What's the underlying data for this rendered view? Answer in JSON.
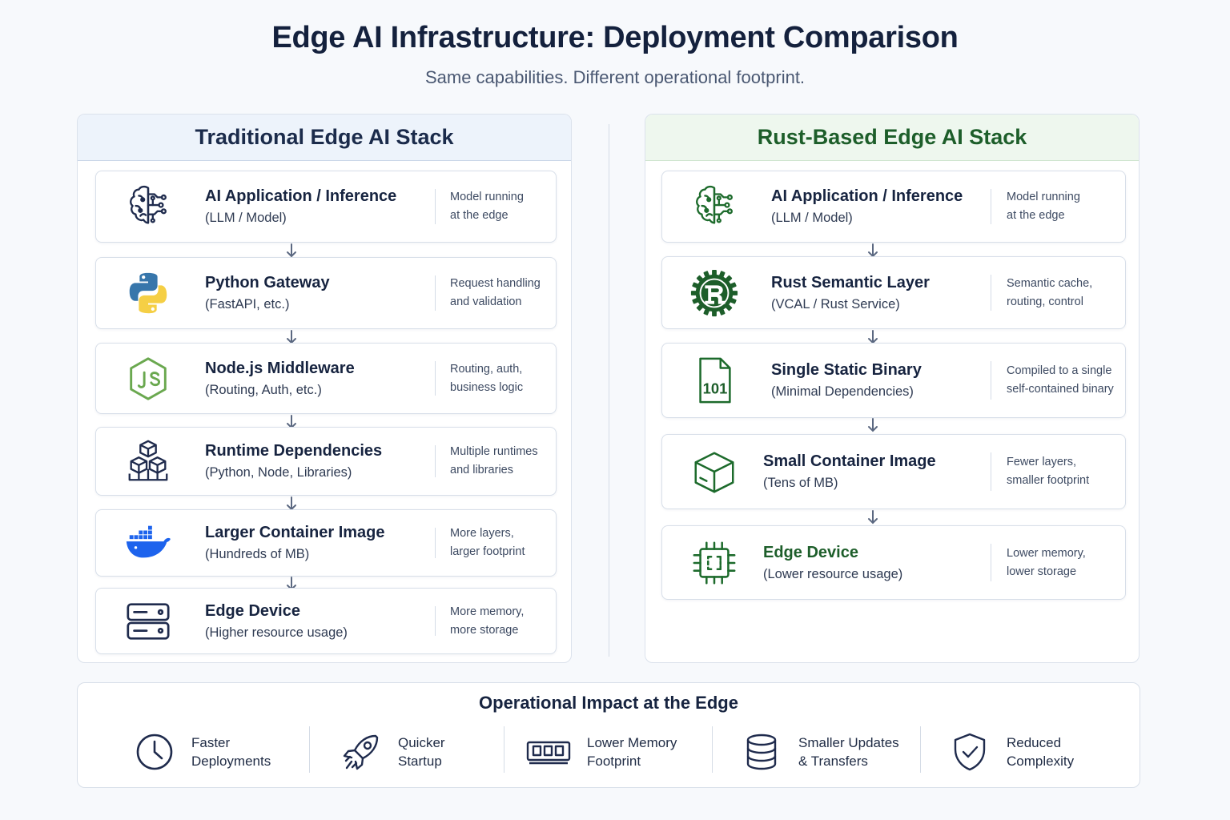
{
  "header": {
    "title": "Edge AI Infrastructure: Deployment Comparison",
    "subtitle": "Same capabilities. Different operational footprint."
  },
  "colors": {
    "navy": "#1f2b4d",
    "green": "#1d6b2c",
    "python_blue": "#3776ab",
    "python_yellow": "#f5cf45",
    "node_green": "#6aa84f",
    "docker_blue": "#1d63ed"
  },
  "traditional": {
    "title": "Traditional Edge AI Stack",
    "layers": [
      {
        "icon": "brain-icon",
        "name": "AI Application / Inference",
        "sub": "(LLM / Model)",
        "note": [
          "Model running",
          "at the edge"
        ]
      },
      {
        "icon": "python-logo-icon",
        "name": "Python Gateway",
        "sub": "(FastAPI, etc.)",
        "note": [
          "Request handling",
          "and validation"
        ]
      },
      {
        "icon": "nodejs-logo-icon",
        "name": "Node.js Middleware",
        "sub": "(Routing, Auth, etc.)",
        "note": [
          "Routing, auth,",
          "business logic"
        ]
      },
      {
        "icon": "cubes-icon",
        "name": "Runtime Dependencies",
        "sub": "(Python, Node, Libraries)",
        "note": [
          "Multiple runtimes",
          "and libraries"
        ]
      },
      {
        "icon": "docker-whale-icon",
        "name": "Larger Container Image",
        "sub": "(Hundreds of MB)",
        "note": [
          "More layers,",
          "larger footprint"
        ]
      },
      {
        "icon": "server-icon",
        "name": "Edge Device",
        "sub": "(Higher resource usage)",
        "note": [
          "More memory,",
          "more storage"
        ]
      }
    ]
  },
  "rust": {
    "title": "Rust-Based Edge AI Stack",
    "layers": [
      {
        "icon": "brain-icon",
        "name": "AI Application / Inference",
        "sub": "(LLM / Model)",
        "note": [
          "Model running",
          "at the edge"
        ]
      },
      {
        "icon": "rust-logo-icon",
        "name": "Rust Semantic Layer",
        "sub": "(VCAL / Rust Service)",
        "note": [
          "Semantic cache,",
          "routing, control"
        ]
      },
      {
        "icon": "binary-file-icon",
        "icon_text": "101",
        "name": "Single Static Binary",
        "sub": "(Minimal Dependencies)",
        "note": [
          "Compiled to a single",
          "self-contained binary"
        ]
      },
      {
        "icon": "box-icon",
        "name": "Small Container Image",
        "sub": "(Tens of MB)",
        "note": [
          "Fewer layers,",
          "smaller footprint"
        ]
      },
      {
        "icon": "chip-icon",
        "name": "Edge Device",
        "sub": "(Lower resource usage)",
        "note": [
          "Lower memory,",
          "lower storage"
        ]
      }
    ]
  },
  "impact": {
    "title": "Operational Impact at the Edge",
    "items": [
      {
        "icon": "clock-icon",
        "lines": [
          "Faster",
          "Deployments"
        ]
      },
      {
        "icon": "rocket-icon",
        "lines": [
          "Quicker",
          "Startup"
        ]
      },
      {
        "icon": "memory-icon",
        "lines": [
          "Lower Memory",
          "Footprint"
        ]
      },
      {
        "icon": "database-icon",
        "lines": [
          "Smaller Updates",
          "& Transfers"
        ]
      },
      {
        "icon": "shield-check-icon",
        "lines": [
          "Reduced",
          "Complexity"
        ]
      }
    ]
  }
}
